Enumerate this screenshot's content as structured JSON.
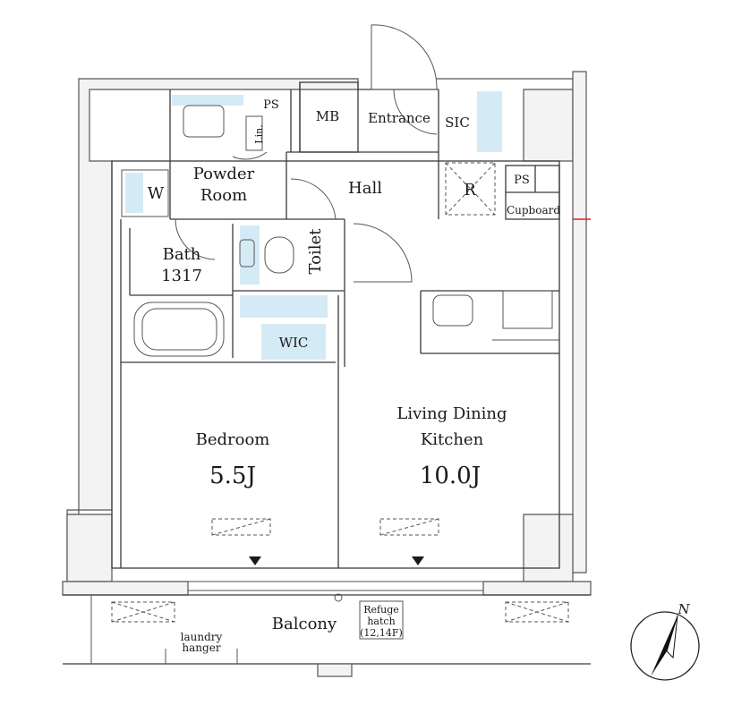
{
  "rooms": {
    "powder_room": "Powder\nRoom",
    "ps_top": "PS",
    "lin": "Lin.",
    "mb": "MB",
    "entrance": "Entrance",
    "sic": "SIC",
    "w": "W",
    "hall": "Hall",
    "r": "R",
    "ps_right": "PS",
    "cupboard": "Cupboard",
    "bath": "Bath",
    "bath_size": "1317",
    "toilet": "Toilet",
    "wic": "WIC",
    "bedroom": "Bedroom",
    "bedroom_size": "5.5J",
    "ldk_line1": "Living Dining",
    "ldk_line2": "Kitchen",
    "ldk_size": "10.0J",
    "balcony": "Balcony",
    "refuge_line1": "Refuge",
    "refuge_line2": "hatch",
    "refuge_line3": "(12,14F)",
    "laundry_line1": "laundry",
    "laundry_line2": "hanger"
  },
  "compass": {
    "north": "N"
  },
  "colors": {
    "storage_blue": "#d4ebf5",
    "wall_gray": "#f3f3f3",
    "marker_red": "#e0242a"
  }
}
